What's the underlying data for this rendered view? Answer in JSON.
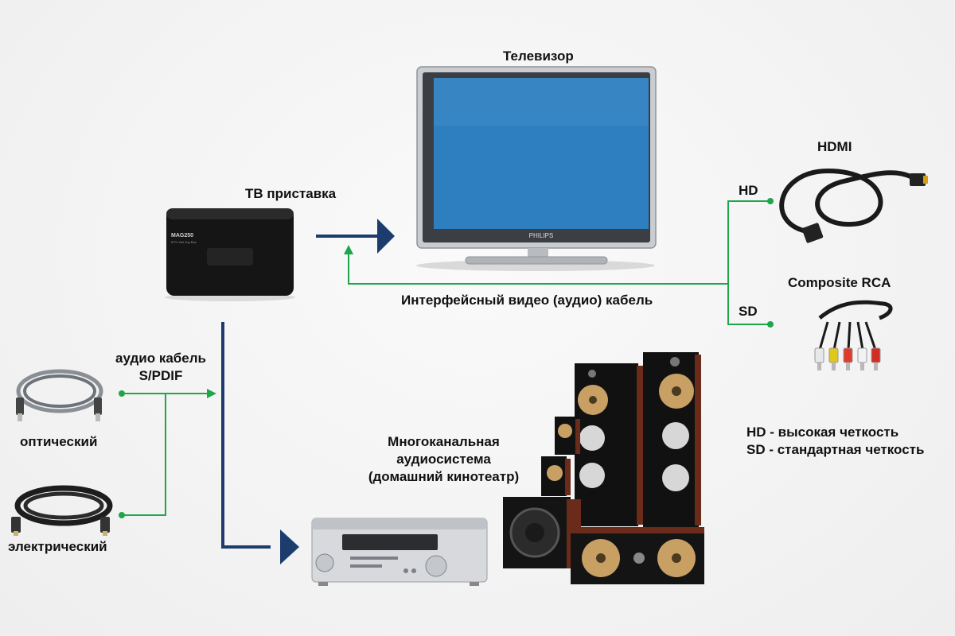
{
  "labels": {
    "tv": "Телевизор",
    "tv_box": "ТВ приставка",
    "hdmi": "HDMI",
    "hd": "HD",
    "sd": "SD",
    "composite": "Composite RCA",
    "interface_cable": "Интерфейсный видео (аудио) кабель",
    "audio_cable_line1": "аудио кабель",
    "audio_cable_line2": "S/PDIF",
    "optical": "оптический",
    "electric": "электрический",
    "audio_system_line1": "Многоканальная",
    "audio_system_line2": "аудиосистема",
    "audio_system_line3": "(домашний кинотеатр)",
    "legend_hd": "HD - высокая четкость",
    "legend_sd": "SD - стандартная четкость"
  },
  "device_text": {
    "box_model": "MAG250",
    "box_sub": "IPTV Set-Top Box",
    "tv_brand": "PHILIPS"
  },
  "colors": {
    "green_line": "#1fa64a",
    "navy_arrow": "#1d3c6e",
    "screen": "#2e7fbf"
  }
}
